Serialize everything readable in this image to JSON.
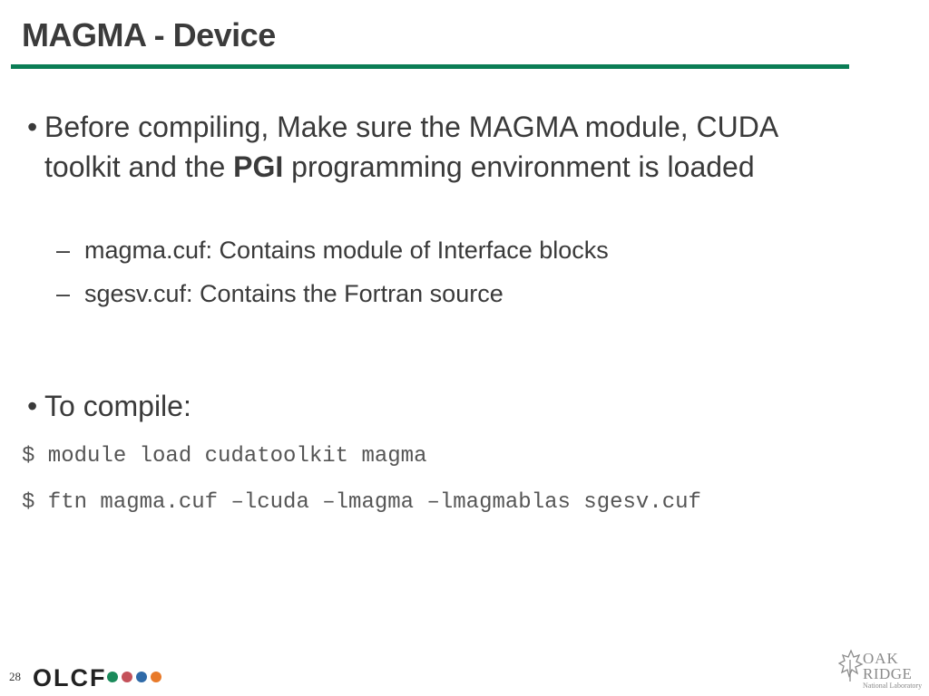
{
  "slide": {
    "title": "MAGMA - Device",
    "page_number": "28"
  },
  "bullets": [
    {
      "marker": "•",
      "parts": [
        "Before compiling, Make sure the MAGMA module, CUDA toolkit and the ",
        "PGI",
        " programming environment is loaded"
      ]
    },
    {
      "marker": "–",
      "text": "magma.cuf: Contains module of Interface blocks"
    },
    {
      "marker": "–",
      "text": "sgesv.cuf: Contains the Fortran source"
    },
    {
      "marker": "•",
      "text": "To compile:"
    }
  ],
  "commands": [
    "$ module load cudatoolkit magma",
    "$ ftn magma.cuf –lcuda –lmagma –lmagmablas sgesv.cuf"
  ],
  "footer": {
    "olcf_logo_text": "OLCF",
    "olcf_dot_colors": [
      "#1a8a5a",
      "#c4515a",
      "#2f6aa8",
      "#e87a2a"
    ],
    "ornl_logo": {
      "line1": "OAK",
      "line2": "RIDGE",
      "line3": "National Laboratory",
      "icon": "leaf-icon",
      "color": "#8a8a8a"
    }
  },
  "colors": {
    "accent": "#0a7d55",
    "text": "#3a3a3a"
  }
}
